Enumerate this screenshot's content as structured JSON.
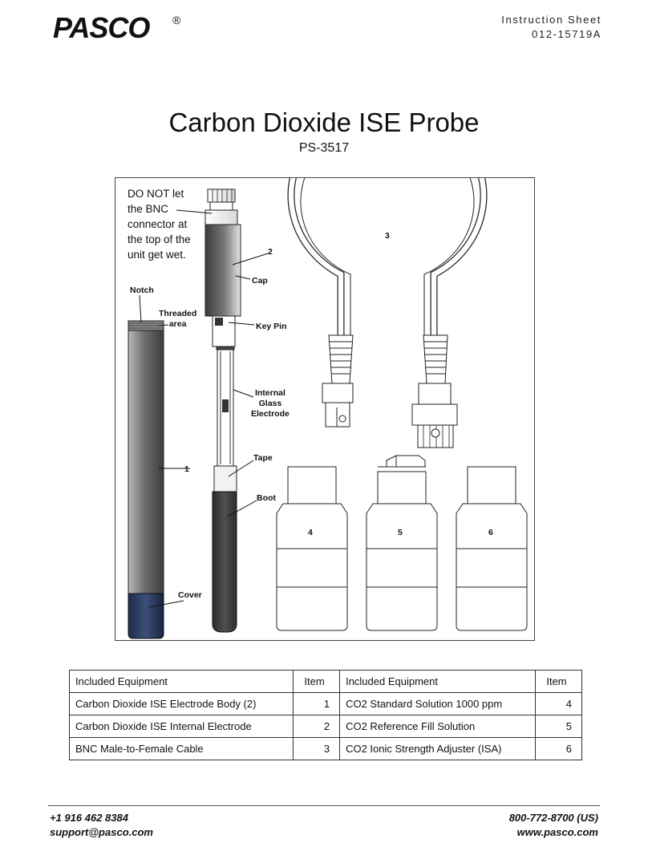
{
  "header": {
    "brand": "PASCO",
    "doc_type": "Instruction Sheet",
    "doc_number": "012-15719A"
  },
  "title": "Carbon Dioxide ISE Probe",
  "model": "PS-3517",
  "figure": {
    "warning": "DO NOT let the BNC connector at the top of the unit get wet.",
    "labels": {
      "notch": "Notch",
      "threaded": "Threaded\narea",
      "item1": "1",
      "cover": "Cover",
      "item2": "2",
      "cap": "Cap",
      "keypin": "Key Pin",
      "internal": "Internal\nGlass\nElectrode",
      "tape": "Tape",
      "boot": "Boot",
      "item3": "3",
      "item4": "4",
      "item5": "5",
      "item6": "6"
    }
  },
  "table": {
    "headers": [
      "Included Equipment",
      "Item",
      "Included Equipment",
      "Item"
    ],
    "rows": [
      [
        "Carbon Dioxide ISE Electrode Body (2)",
        "1",
        "CO2 Standard Solution 1000 ppm",
        "4"
      ],
      [
        "Carbon Dioxide ISE Internal Electrode",
        "2",
        "CO2 Reference Fill Solution",
        "5"
      ],
      [
        "BNC Male-to-Female Cable",
        "3",
        "CO2 Ionic Strength Adjuster (ISA)",
        "6"
      ]
    ]
  },
  "footer": {
    "phone_intl": "+1 916 462 8384",
    "email": "support@pasco.com",
    "phone_us": "800-772-8700 (US)",
    "web": "www.pasco.com"
  }
}
